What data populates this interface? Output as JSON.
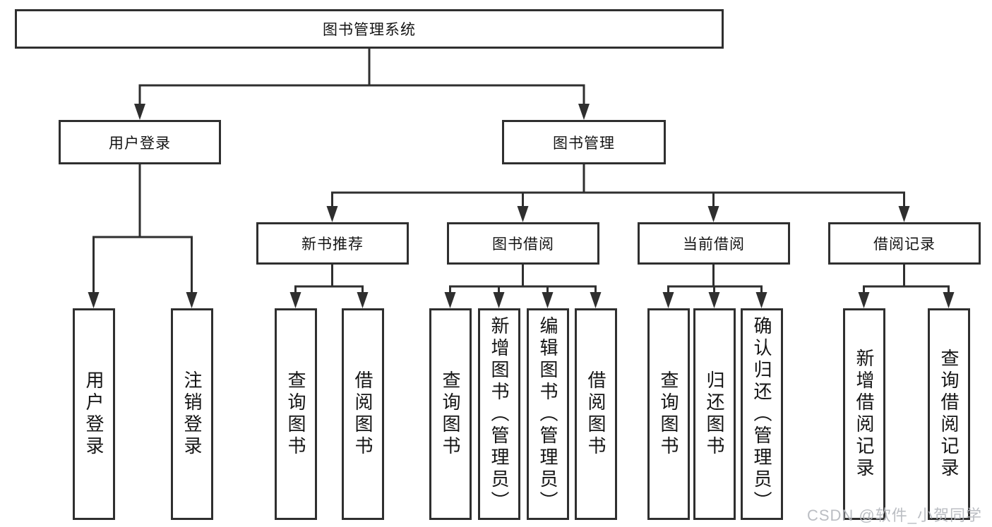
{
  "diagram": {
    "root": {
      "label": "图书管理系统"
    },
    "branches": [
      {
        "label": "用户登录",
        "children": [
          {
            "label": "用户登录"
          },
          {
            "label": "注销登录"
          }
        ]
      },
      {
        "label": "图书管理",
        "sections": [
          {
            "label": "新书推荐",
            "children": [
              {
                "label": "查询图书"
              },
              {
                "label": "借阅图书"
              }
            ]
          },
          {
            "label": "图书借阅",
            "children": [
              {
                "label": "查询图书"
              },
              {
                "label": "新增图书（管理员）"
              },
              {
                "label": "编辑图书（管理员）"
              },
              {
                "label": "借阅图书"
              }
            ]
          },
          {
            "label": "当前借阅",
            "children": [
              {
                "label": "查询图书"
              },
              {
                "label": "归还图书"
              },
              {
                "label": "确认归还（管理员）"
              }
            ]
          },
          {
            "label": "借阅记录",
            "children": [
              {
                "label": "新增借阅记录"
              },
              {
                "label": "查询借阅记录"
              }
            ]
          }
        ]
      }
    ]
  },
  "watermark": {
    "text": "CSDN @软件_小贺同学",
    "color": "#b4b7bd"
  },
  "colors": {
    "line": "#2f2f2f",
    "box_border": "#2f2f2f",
    "text": "#141414",
    "background": "#ffffff"
  }
}
